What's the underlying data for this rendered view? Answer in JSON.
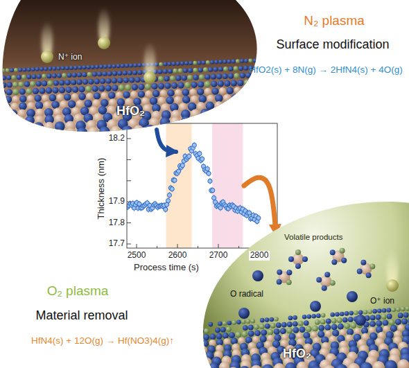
{
  "diagram": {
    "nodes": [
      {
        "text": [
          "N⁺ ion",
          "HfO₂"
        ]
      },
      {
        "text": [
          "Thickness (nm)",
          "Process time (s)"
        ]
      },
      {
        "text": [
          "Volatile products",
          "O radical",
          "O⁺ ion",
          "HfO₂"
        ]
      }
    ],
    "edges": [
      {
        "from": 0,
        "to": 1,
        "arrow": "to"
      },
      {
        "from": 1,
        "to": 2,
        "arrow": "to"
      }
    ],
    "labels": [
      "N₂ plasma",
      "Surface modification",
      "HfO2(s) + 8N(g) → 2HfN4(s) + 4O(g)",
      "18.2",
      "17.9",
      "17.8",
      "17.7",
      "2500",
      "2600",
      "2700",
      "2800",
      "O₂ plasma",
      "Material removal",
      "HfN4(s) + 12O(g) → Hf(NO3)4(g)↑"
    ]
  }
}
